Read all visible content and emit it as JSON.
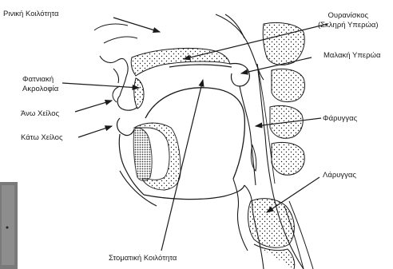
{
  "diagram": {
    "labels": {
      "nasal_cavity": "Ρινική Κοιλότητα",
      "hard_palate_line1": "Ουρανίσκος",
      "hard_palate_line2": "(Σκληρή Υπερώα)",
      "soft_palate": "Μαλακή Υπερώα",
      "alveolar_ridge_line1": "Φατνιακή",
      "alveolar_ridge_line2": "Ακρολοφία",
      "upper_lip": "Άνω Χείλος",
      "lower_lip": "Κάτω Χείλος",
      "pharynx": "Φάρυγγας",
      "larynx": "Λάρυγγας",
      "oral_cavity": "Στοματική Κοιλότητα"
    },
    "colors": {
      "ink": "#1a1a1a",
      "background": "#ffffff",
      "photo_strip": "#7a7a7a"
    }
  }
}
